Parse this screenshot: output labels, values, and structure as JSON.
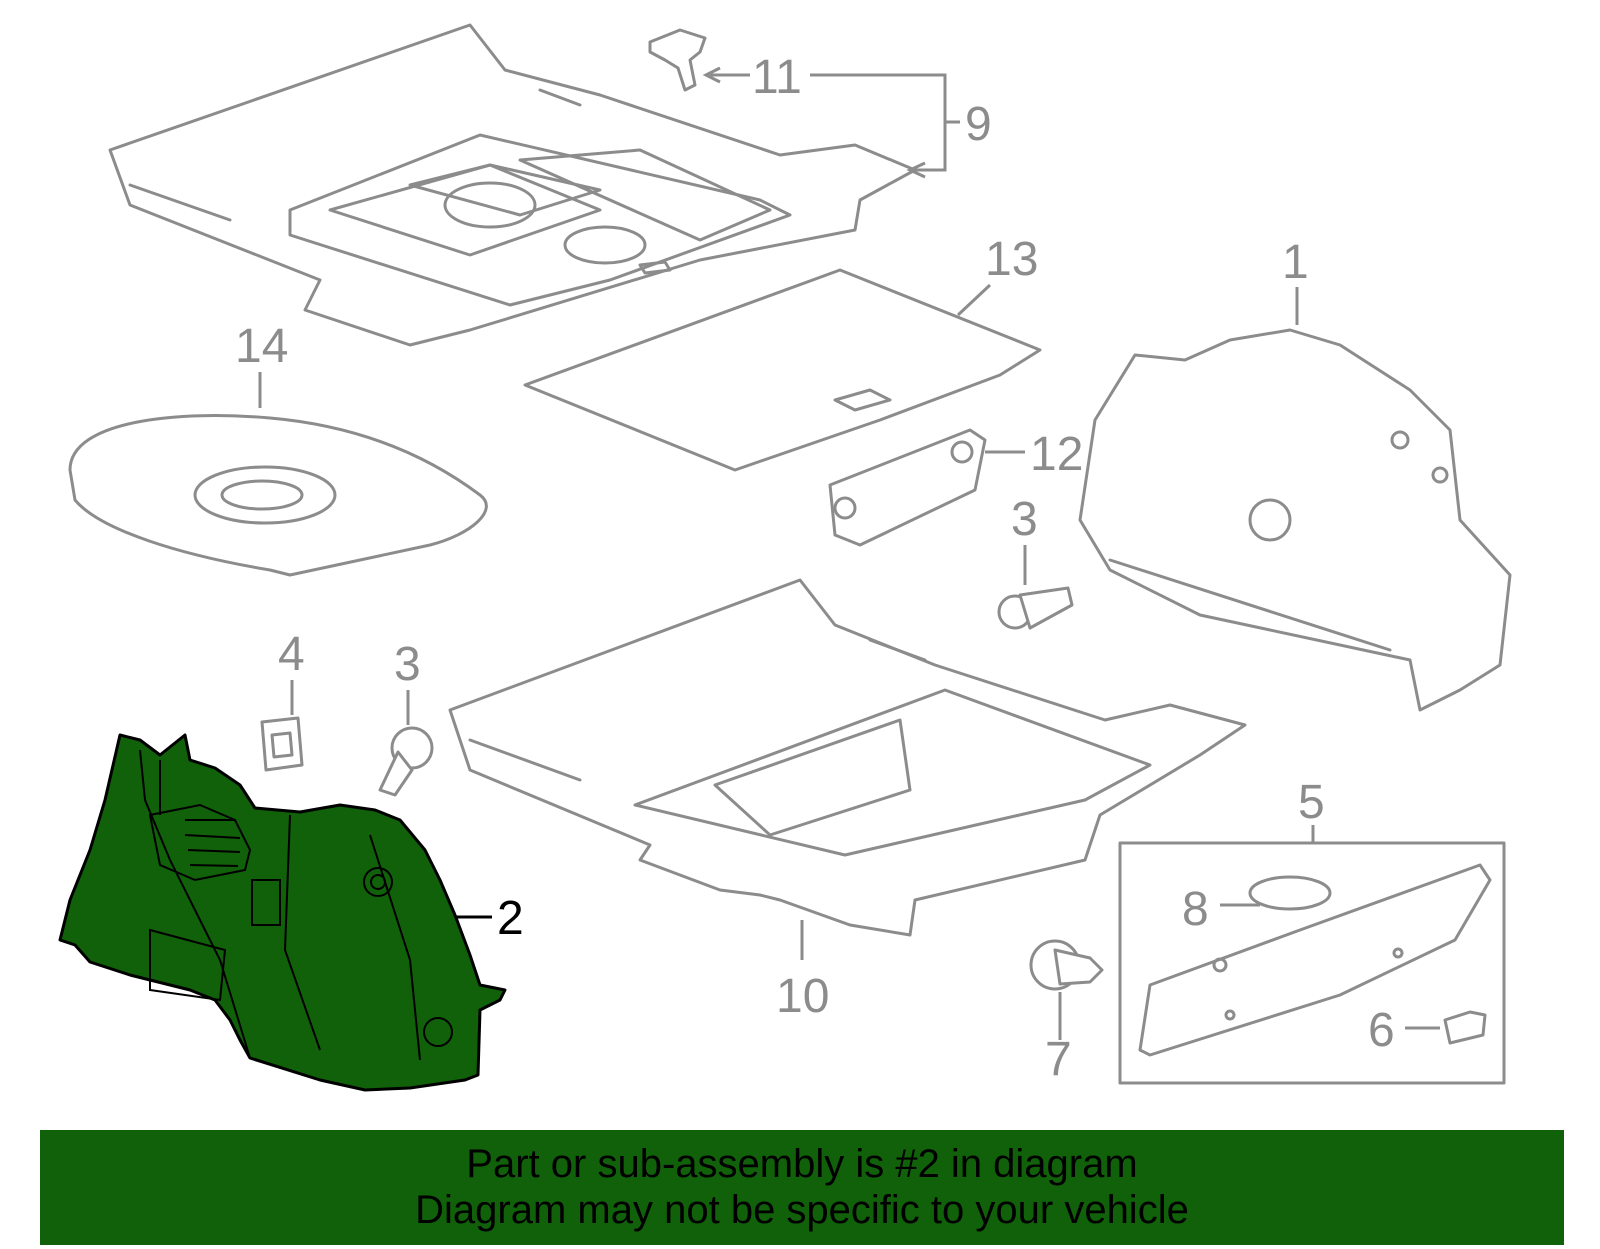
{
  "callouts": {
    "c1": "1",
    "c2": "2",
    "c3a": "3",
    "c3b": "3",
    "c4": "4",
    "c5": "5",
    "c6": "6",
    "c7": "7",
    "c8": "8",
    "c9": "9",
    "c10": "10",
    "c11": "11",
    "c12": "12",
    "c13": "13",
    "c14": "14"
  },
  "highlight": {
    "part_number": "2",
    "color": "#11600a"
  },
  "colors": {
    "line_art": "#8c8c8c",
    "highlight_fill": "#11600a",
    "banner_bg": "#11600a",
    "text": "#000000"
  },
  "banner": {
    "line1": "Part or sub-assembly is #2 in diagram",
    "line2": "Diagram may not be specific to your vehicle"
  }
}
